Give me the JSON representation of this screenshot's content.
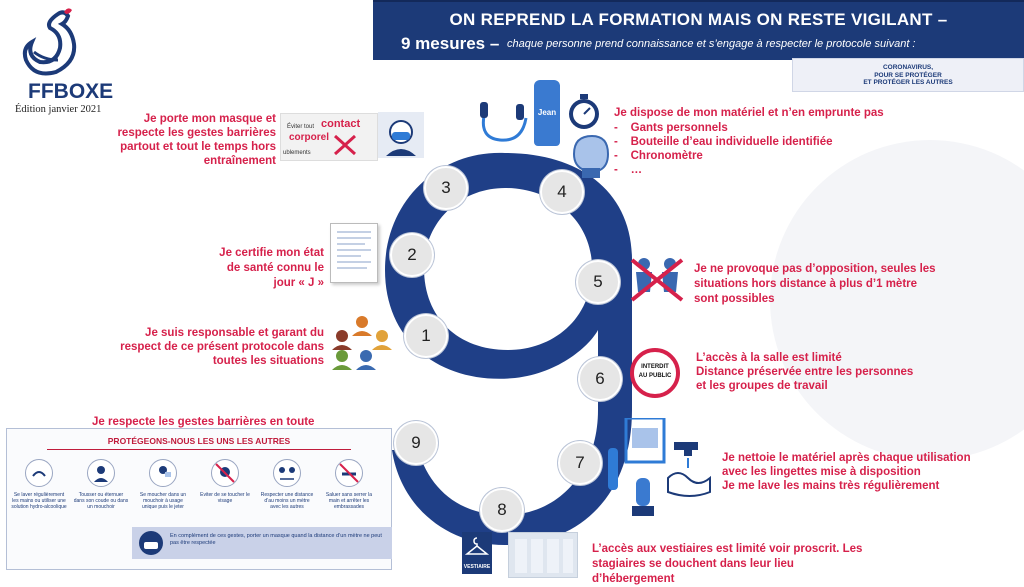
{
  "header": {
    "title": "ON REPREND LA FORMATION MAIS ON RESTE VIGILANT –",
    "subtitle_strong": "9 mesures –",
    "subtitle_italic": "chaque personne prend connaissance et s’engage à respecter le protocole suivant  :"
  },
  "logo": {
    "brand": "FFBOXE",
    "edition": "Édition janvier 2021"
  },
  "corona_badge": {
    "line1": "CORONAVIRUS,",
    "line2": "POUR SE PROTÉGER",
    "line3": "ET PROTÉGER LES AUTRES"
  },
  "measures": [
    {
      "num": "1",
      "text": "Je suis  responsable et garant du respect de ce présent protocole dans toutes les situations"
    },
    {
      "num": "2",
      "text": "Je certifie mon état de santé connu le jour « J »"
    },
    {
      "num": "3",
      "text": "Je porte mon masque et respecte les gestes barrières partout et tout le temps hors entraînement"
    },
    {
      "num": "4",
      "text": "Je dispose de mon matériel et n’en emprunte pas",
      "list": [
        "Gants personnels",
        "Bouteille d’eau individuelle identifiée",
        "Chronomètre",
        "…"
      ]
    },
    {
      "num": "5",
      "text": "Je ne provoque pas d’opposition, seules les situations hors distance à plus d’1 mètre sont possibles"
    },
    {
      "num": "6",
      "line1": "L’accès à la salle est limité",
      "line2": "Distance préservée entre les personnes et les groupes de travail"
    },
    {
      "num": "7",
      "line1": "Je nettoie le matériel après chaque utilisation avec les lingettes mise à disposition",
      "line2": "Je me lave les mains très régulièrement"
    },
    {
      "num": "8",
      "text": "L’accès aux vestiaires est limité voir proscrit. Les stagiaires se douchent dans leur lieu d’hébergement"
    },
    {
      "num": "9",
      "text": "Je respecte les gestes barrières en toute circonstances"
    }
  ],
  "sign_contact": {
    "l1": "Éviter tout",
    "l2": "contact",
    "l3": "corporel",
    "l4": "ublements"
  },
  "bottle_label": "Jean",
  "forbidden_sign": {
    "l1": "INTERDIT",
    "l2": "AU PUBLIC"
  },
  "vestiaire_label": "VESTIAIRE",
  "poster": {
    "heading": "PROTÉGEONS-NOUS LES UNS LES AUTRES",
    "items": [
      {
        "icon": "hand-wash-icon",
        "caption": "Se laver régulièrement les mains ou utiliser une solution hydro-alcoolique"
      },
      {
        "icon": "cough-elbow-icon",
        "caption": "Tousser ou éternuer dans son coude ou dans un mouchoir"
      },
      {
        "icon": "tissue-icon",
        "caption": "Se moucher dans un mouchoir à usage unique puis le jeter"
      },
      {
        "icon": "no-face-touch-icon",
        "caption": "Eviter de se toucher le visage"
      },
      {
        "icon": "distance-icon",
        "caption": "Respecter une distance d’au moins un mètre avec les autres"
      },
      {
        "icon": "no-handshake-icon",
        "caption": "Saluer sans serrer la main et arrêter les embrassades"
      }
    ],
    "footer": "En complément de ces gestes, porter un masque quand la distance d’un mètre ne peut pas être respectée"
  },
  "colors": {
    "navy": "#1c3a78",
    "accent_red": "#d6214b",
    "shape_blue": "#1f3f87"
  }
}
